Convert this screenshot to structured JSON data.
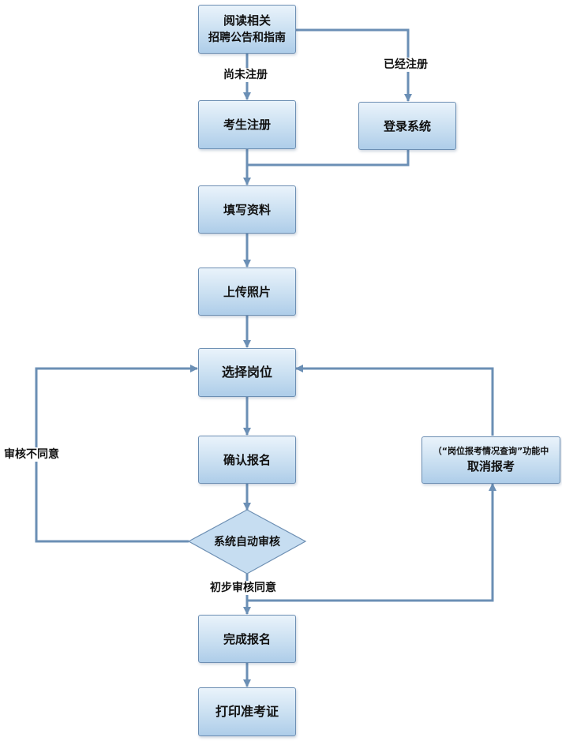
{
  "nodes": {
    "read": {
      "line1": "阅读相关",
      "line2": "招聘公告和指南"
    },
    "register": "考生注册",
    "login": "登录系统",
    "fill": "填写资料",
    "upload": "上传照片",
    "select": "选择岗位",
    "confirm": "确认报名",
    "review": "系统自动审核",
    "cancel": {
      "line1": "（“岗位报考情况查询”功能中",
      "line2": "取消报考"
    },
    "complete": "完成报名",
    "print": "打印准考证"
  },
  "edge_labels": {
    "not_registered": "尚未注册",
    "registered": "已经注册",
    "review_rejected": "审核不同意",
    "review_passed": "初步审核同意"
  },
  "colors": {
    "connector": "#6b8fb5",
    "box_border": "#6d8fb3",
    "box_fill_top": "#eaf3fb",
    "box_fill_bottom": "#aecde9"
  }
}
